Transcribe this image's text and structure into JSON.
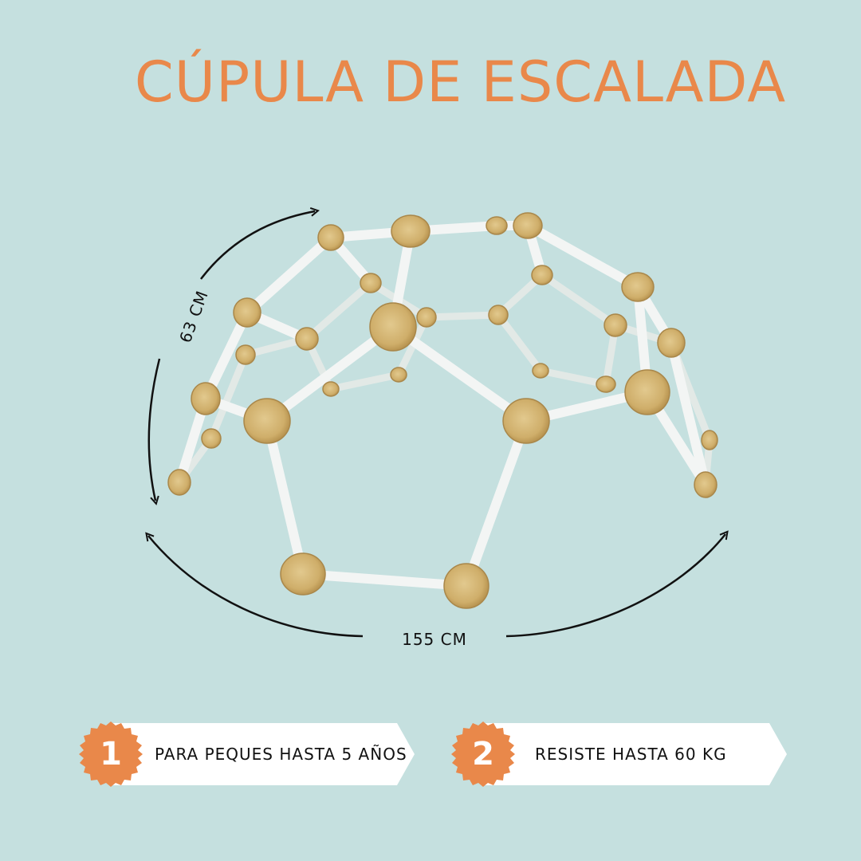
{
  "title": "CÚPULA DE ESCALADA",
  "dimensions": {
    "height": "63 CM",
    "width": "155 CM"
  },
  "features": [
    {
      "number": "1",
      "text": "PARA PEQUES HASTA 5 AÑOS"
    },
    {
      "number": "2",
      "text": "RESISTE HASTA 60 KG"
    }
  ],
  "colors": {
    "background": "#c5e0df",
    "accent": "#e9884a",
    "pill": "#ffffff",
    "text": "#111111"
  },
  "image": {
    "subject": "wooden-climbing-dome",
    "icon": "dome-product-illustration"
  }
}
